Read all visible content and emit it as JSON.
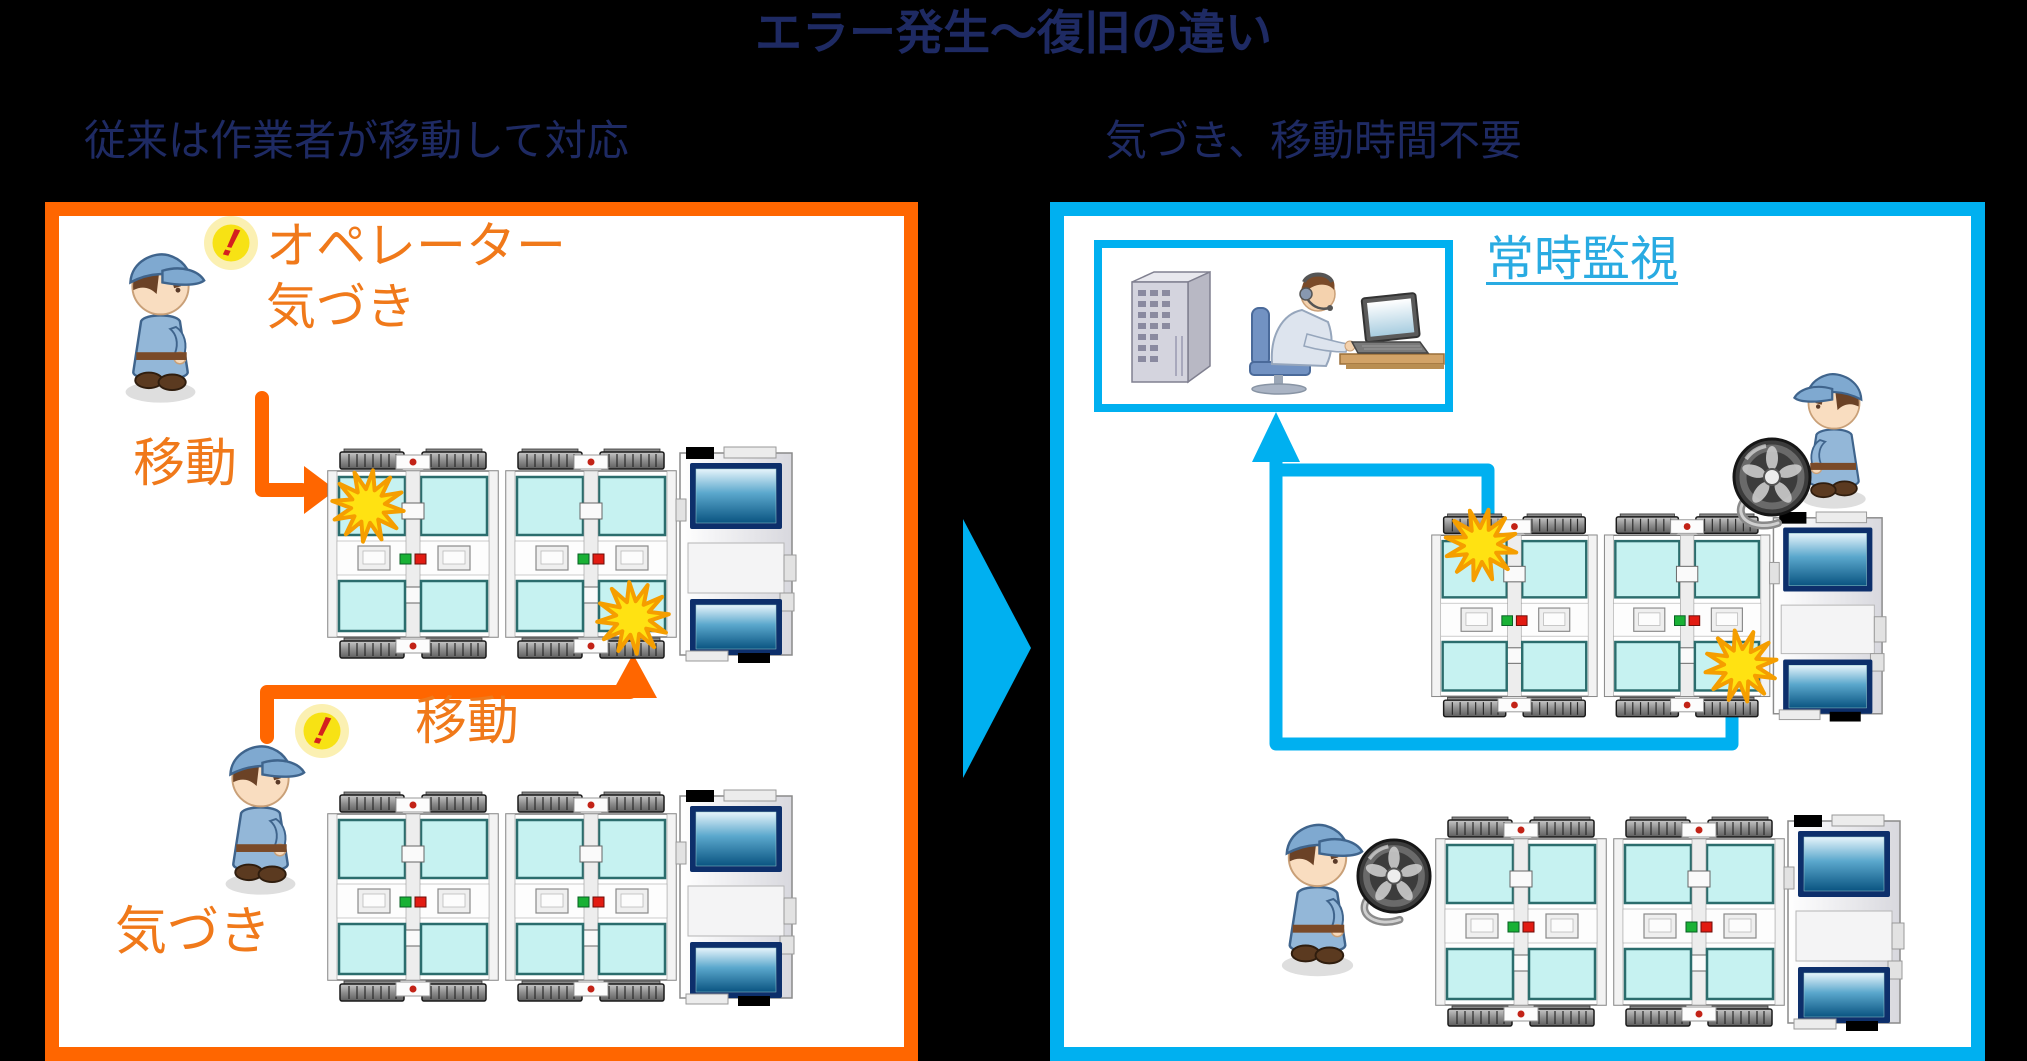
{
  "title": "エラー発生～復旧の違い",
  "colors": {
    "navy": "#1E2A63",
    "orange": "#FF6600",
    "orange_text": "#F0791A",
    "blue": "#00B0F0",
    "blue_text": "#29ABE2",
    "burst_fill": "#FFE212",
    "burst_stroke": "#F59E00"
  },
  "left_panel": {
    "subtitle": "従来は作業者が移動して対応",
    "operator_notice_label": "オペレーター\n気づき",
    "move_label_top": "移動",
    "move_label_bottom": "移動",
    "notice_label": "気づき"
  },
  "right_panel": {
    "subtitle": "気づき、移動時間不要",
    "monitoring_label": "常時監視"
  }
}
